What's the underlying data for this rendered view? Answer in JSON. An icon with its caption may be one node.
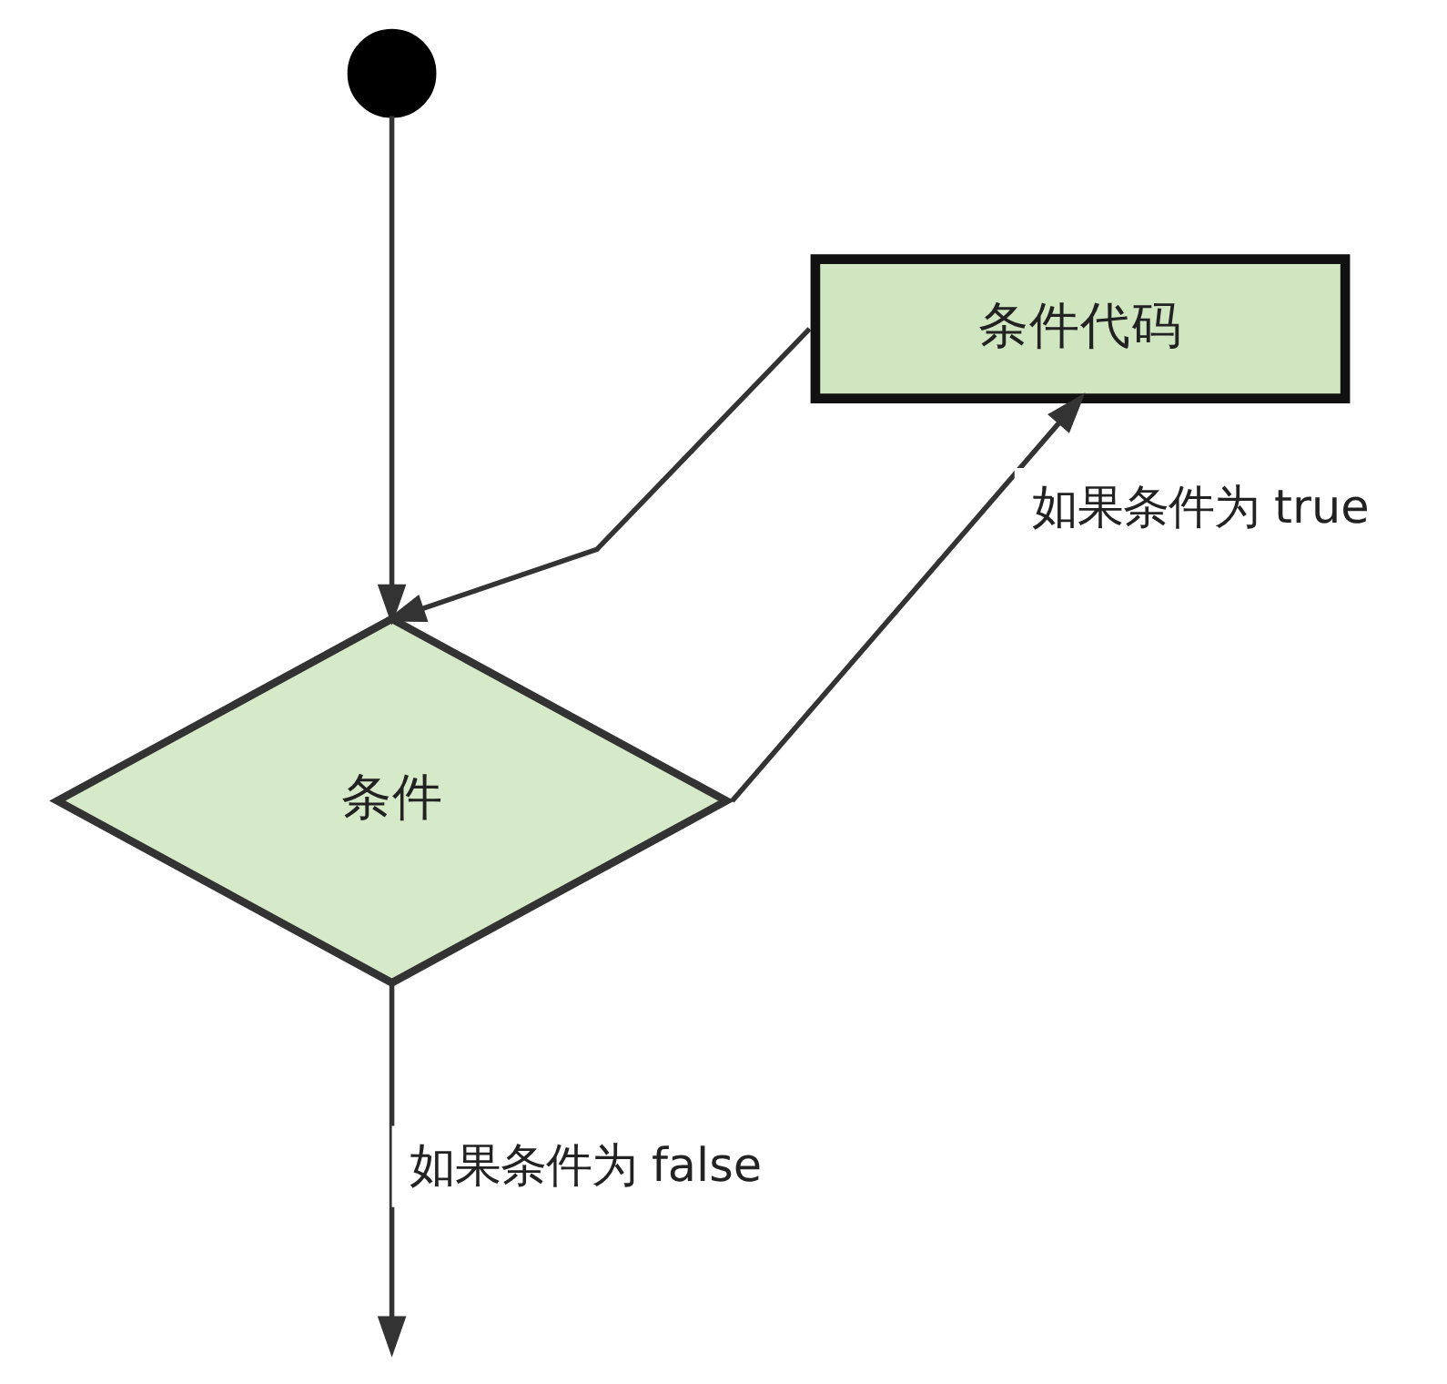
{
  "diagram": {
    "nodes": [
      {
        "text": [],
        "shape": "circle"
      },
      {
        "text": [
          "条件"
        ]
      },
      {
        "text": [
          "条件代码"
        ]
      }
    ],
    "edges": [
      {
        "from": 0,
        "to": 1,
        "arrow": "to"
      },
      {
        "from": 1,
        "to": 2,
        "arrow": "to",
        "label": "如果条件为 true"
      },
      {
        "from": 2,
        "to": 1,
        "arrow": "to"
      },
      {
        "from": 1,
        "to": null,
        "arrow": "to",
        "label": "如果条件为 false"
      }
    ]
  }
}
